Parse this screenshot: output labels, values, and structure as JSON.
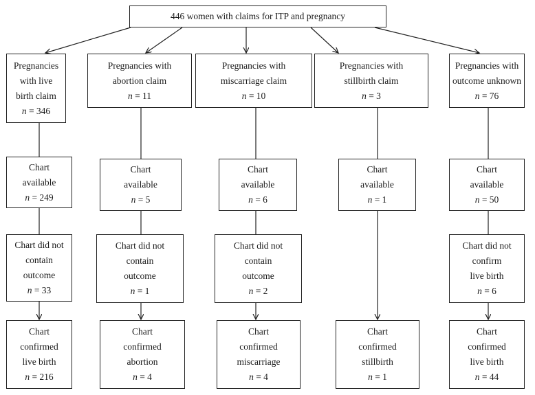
{
  "top": {
    "label": "446 women with claims for ITP and pregnancy"
  },
  "n_prefix": "n",
  "columns": [
    {
      "id": "live-birth",
      "claim": {
        "lines": [
          "Pregnancies",
          "with live",
          "birth claim"
        ],
        "n": "= 346"
      },
      "chart": {
        "lines": [
          "Chart",
          "available"
        ],
        "n": "= 249"
      },
      "excluded": {
        "lines": [
          "Chart did not",
          "contain",
          "outcome"
        ],
        "n": "= 33"
      },
      "confirmed": {
        "lines": [
          "Chart",
          "confirmed",
          "live birth"
        ],
        "n": "= 216"
      }
    },
    {
      "id": "abortion",
      "claim": {
        "lines": [
          "Pregnancies with",
          "abortion claim"
        ],
        "n": "= 11"
      },
      "chart": {
        "lines": [
          "Chart",
          "available"
        ],
        "n": "= 5"
      },
      "excluded": {
        "lines": [
          "Chart did not",
          "contain",
          "outcome"
        ],
        "n": "= 1"
      },
      "confirmed": {
        "lines": [
          "Chart",
          "confirmed",
          "abortion"
        ],
        "n": "= 4"
      }
    },
    {
      "id": "miscarriage",
      "claim": {
        "lines": [
          "Pregnancies with",
          "miscarriage claim"
        ],
        "n": "= 10"
      },
      "chart": {
        "lines": [
          "Chart",
          "available"
        ],
        "n": "= 6"
      },
      "excluded": {
        "lines": [
          "Chart did not",
          "contain",
          "outcome"
        ],
        "n": "= 2"
      },
      "confirmed": {
        "lines": [
          "Chart",
          "confirmed",
          "miscarriage"
        ],
        "n": "= 4"
      }
    },
    {
      "id": "stillbirth",
      "claim": {
        "lines": [
          "Pregnancies with",
          "stillbirth claim"
        ],
        "n": "= 3"
      },
      "chart": {
        "lines": [
          "Chart",
          "available"
        ],
        "n": "= 1"
      },
      "confirmed": {
        "lines": [
          "Chart",
          "confirmed",
          "stillbirth"
        ],
        "n": "= 1"
      }
    },
    {
      "id": "unknown",
      "claim": {
        "lines": [
          "Pregnancies with",
          "outcome unknown"
        ],
        "n": "= 76"
      },
      "chart": {
        "lines": [
          "Chart",
          "available"
        ],
        "n": "= 50"
      },
      "excluded": {
        "lines": [
          "Chart did not",
          "confirm",
          "live birth"
        ],
        "n": "= 6"
      },
      "confirmed": {
        "lines": [
          "Chart",
          "confirmed",
          "live birth"
        ],
        "n": "= 44"
      }
    }
  ]
}
